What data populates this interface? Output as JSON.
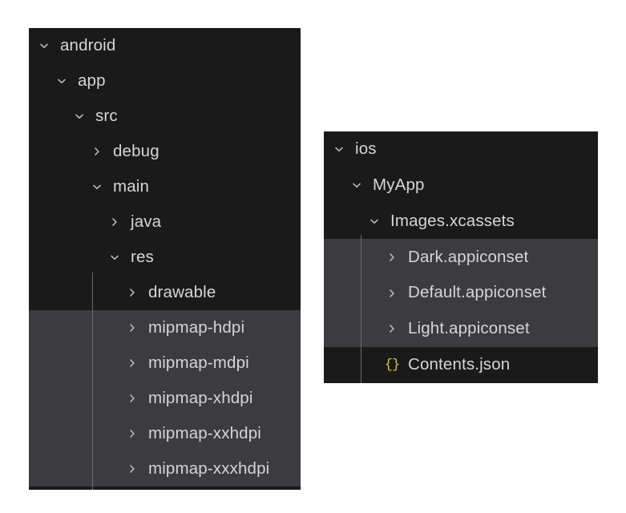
{
  "theme": {
    "page_background": "#ffffff",
    "panel_background": "#1a1a1a",
    "row_selected_background": "#3b3b40",
    "text_color": "#d6d6d6",
    "chevron_color": "#bdbdbd",
    "json_icon_color": "#cdcd46",
    "indent_guide_color": "#6b6b6b"
  },
  "panels": [
    {
      "id": "android",
      "root_label": "android",
      "rows": [
        {
          "label": "android",
          "depth": 0,
          "icon": "chevron-down-icon",
          "state": "expanded",
          "selected": false
        },
        {
          "label": "app",
          "depth": 1,
          "icon": "chevron-down-icon",
          "state": "expanded",
          "selected": false
        },
        {
          "label": "src",
          "depth": 2,
          "icon": "chevron-down-icon",
          "state": "expanded",
          "selected": false
        },
        {
          "label": "debug",
          "depth": 3,
          "icon": "chevron-right-icon",
          "state": "collapsed",
          "selected": false
        },
        {
          "label": "main",
          "depth": 3,
          "icon": "chevron-down-icon",
          "state": "expanded",
          "selected": false
        },
        {
          "label": "java",
          "depth": 4,
          "icon": "chevron-right-icon",
          "state": "collapsed",
          "selected": false
        },
        {
          "label": "res",
          "depth": 4,
          "icon": "chevron-down-icon",
          "state": "expanded",
          "selected": false
        },
        {
          "label": "drawable",
          "depth": 5,
          "icon": "chevron-right-icon",
          "state": "collapsed",
          "selected": false
        },
        {
          "label": "mipmap-hdpi",
          "depth": 5,
          "icon": "chevron-right-icon",
          "state": "collapsed",
          "selected": true
        },
        {
          "label": "mipmap-mdpi",
          "depth": 5,
          "icon": "chevron-right-icon",
          "state": "collapsed",
          "selected": true
        },
        {
          "label": "mipmap-xhdpi",
          "depth": 5,
          "icon": "chevron-right-icon",
          "state": "collapsed",
          "selected": true
        },
        {
          "label": "mipmap-xxhdpi",
          "depth": 5,
          "icon": "chevron-right-icon",
          "state": "collapsed",
          "selected": true
        },
        {
          "label": "mipmap-xxxhdpi",
          "depth": 5,
          "icon": "chevron-right-icon",
          "state": "collapsed",
          "selected": true
        }
      ]
    },
    {
      "id": "ios",
      "root_label": "ios",
      "rows": [
        {
          "label": "ios",
          "depth": 0,
          "icon": "chevron-down-icon",
          "state": "expanded",
          "selected": false
        },
        {
          "label": "MyApp",
          "depth": 1,
          "icon": "chevron-down-icon",
          "state": "expanded",
          "selected": false
        },
        {
          "label": "Images.xcassets",
          "depth": 2,
          "icon": "chevron-down-icon",
          "state": "expanded",
          "selected": false
        },
        {
          "label": "Dark.appiconset",
          "depth": 3,
          "icon": "chevron-right-icon",
          "state": "collapsed",
          "selected": true
        },
        {
          "label": "Default.appiconset",
          "depth": 3,
          "icon": "chevron-right-icon",
          "state": "collapsed",
          "selected": true
        },
        {
          "label": "Light.appiconset",
          "depth": 3,
          "icon": "chevron-right-icon",
          "state": "collapsed",
          "selected": true
        },
        {
          "label": "Contents.json",
          "depth": 3,
          "icon": "json-braces-icon",
          "state": "file",
          "selected": false,
          "glyph": "{}"
        }
      ]
    }
  ]
}
